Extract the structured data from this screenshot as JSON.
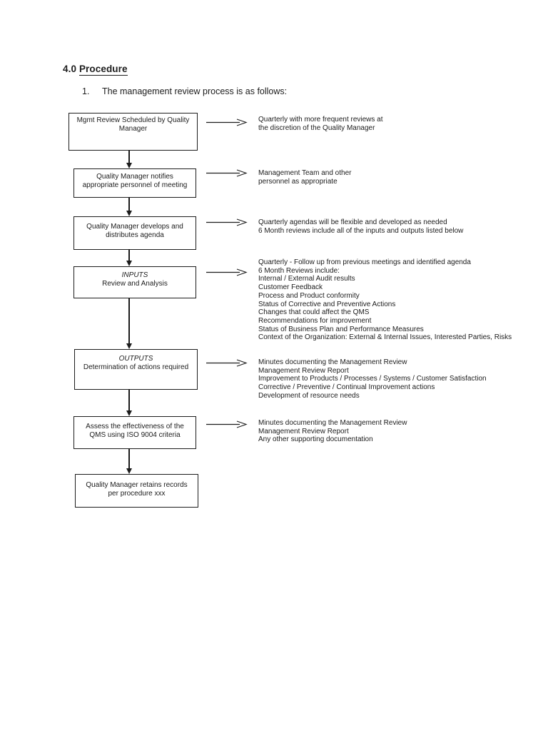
{
  "heading": {
    "number": "4.0",
    "title": "Procedure"
  },
  "intro": {
    "number": "1.",
    "text": "The management review process is as follows:"
  },
  "colors": {
    "ink": "#1c1c1c",
    "paper": "#ffffff"
  },
  "flowchart": {
    "steps": [
      {
        "box_lines": [
          "Mgmt Review Scheduled by Quality",
          "Manager"
        ],
        "notes": [
          "Quarterly with more frequent reviews at",
          "the discretion of the Quality Manager"
        ]
      },
      {
        "box_lines": [
          "Quality Manager notifies",
          "appropriate personnel of meeting"
        ],
        "notes": [
          "Management Team and other",
          "personnel as appropriate"
        ]
      },
      {
        "box_lines": [
          "Quality Manager develops and",
          "distributes agenda"
        ],
        "notes": [
          "Quarterly agendas will be flexible and developed as needed",
          "6 Month reviews include all of the inputs and outputs listed below"
        ]
      },
      {
        "box_heading": "INPUTS",
        "box_lines": [
          "Review and Analysis"
        ],
        "notes": [
          "Quarterly - Follow up from previous meetings and identified agenda",
          "6 Month Reviews include:",
          "Internal / External Audit results",
          "Customer Feedback",
          "Process and Product conformity",
          "Status of Corrective and Preventive Actions",
          "Changes that could affect the QMS",
          "Recommendations for improvement",
          "Status of Business Plan and Performance Measures",
          "Context of the Organization: External & Internal Issues, Interested Parties, Risks"
        ]
      },
      {
        "box_heading": "OUTPUTS",
        "box_lines": [
          "Determination of actions required"
        ],
        "notes": [
          "Minutes documenting the Management Review",
          "Management Review Report",
          "Improvement to Products / Processes / Systems / Customer Satisfaction",
          "Corrective / Preventive / Continual Improvement actions",
          "Development of resource needs"
        ]
      },
      {
        "box_lines": [
          "Assess the effectiveness of the",
          "QMS using ISO 9004 criteria"
        ],
        "notes": [
          "Minutes documenting the Management Review",
          "Management Review Report",
          "Any other supporting documentation"
        ]
      },
      {
        "box_lines": [
          "Quality Manager retains records",
          "per procedure xxx"
        ],
        "notes": []
      }
    ]
  }
}
